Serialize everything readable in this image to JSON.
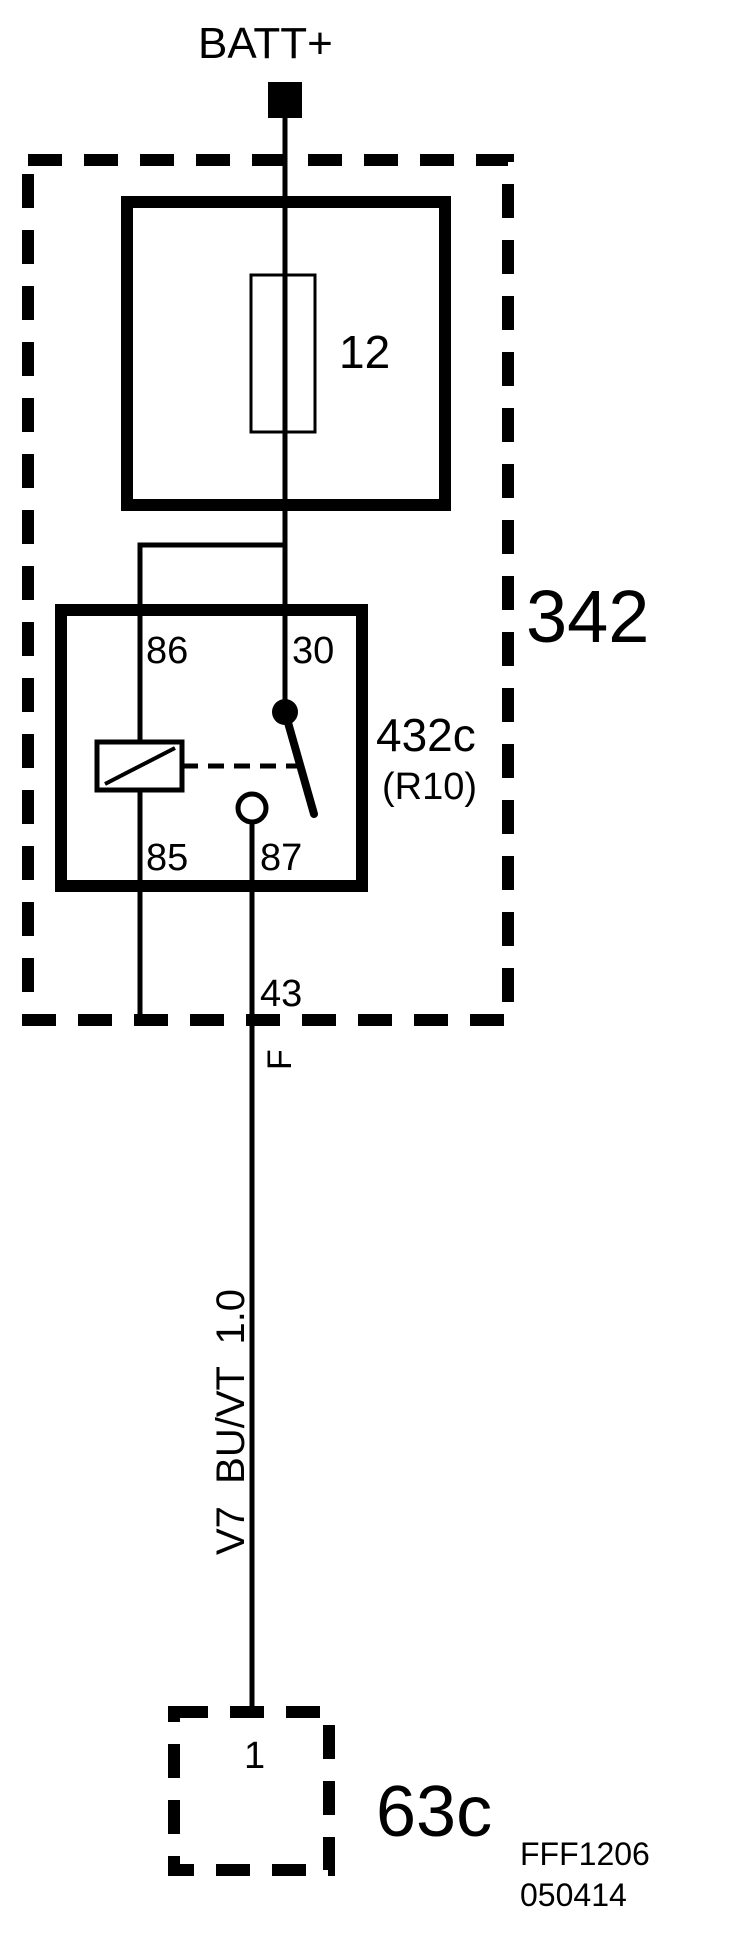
{
  "supply": {
    "label": "BATT+"
  },
  "fuse": {
    "label": "12"
  },
  "module": {
    "label": "342"
  },
  "relay": {
    "id": "432c",
    "ref": "(R10)",
    "pins": {
      "p86": "86",
      "p30": "30",
      "p85": "85",
      "p87": "87"
    }
  },
  "connector_out": {
    "pin": "43",
    "code": "F"
  },
  "wire": {
    "label": "V7  BU/VT  1.0"
  },
  "component": {
    "label": "63c",
    "pin": "1"
  },
  "drawing": {
    "code": "FFF1206",
    "date": "050414"
  }
}
